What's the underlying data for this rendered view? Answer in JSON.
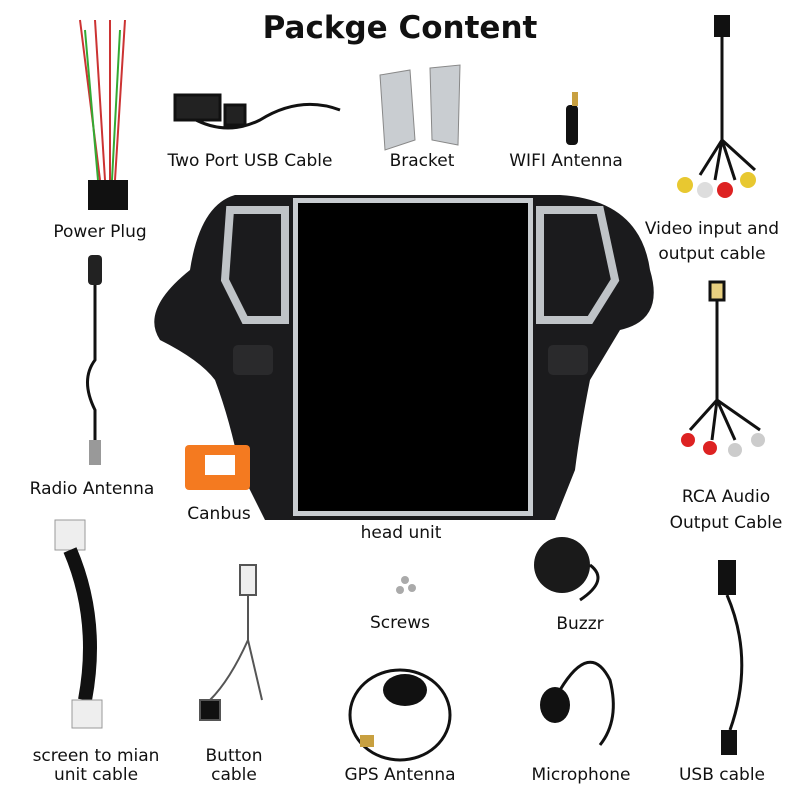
{
  "title": "Packge Content",
  "items": {
    "usb_two_port": "Two Port USB Cable",
    "bracket": "Bracket",
    "wifi": "WIFI Antenna",
    "power_plug": "Power Plug",
    "video_1": "Video input and",
    "video_2": "output cable",
    "radio": "Radio Antenna",
    "canbus": "Canbus",
    "head_unit": "head unit",
    "rca_1": "RCA Audio",
    "rca_2": "Output Cable",
    "screws": "Screws",
    "buzzr": "Buzzr",
    "screen_1": "screen to mian",
    "screen_2": "unit cable",
    "button_1": "Button",
    "button_2": "cable",
    "gps": "GPS Antenna",
    "mic": "Microphone",
    "usb": "USB cable"
  }
}
